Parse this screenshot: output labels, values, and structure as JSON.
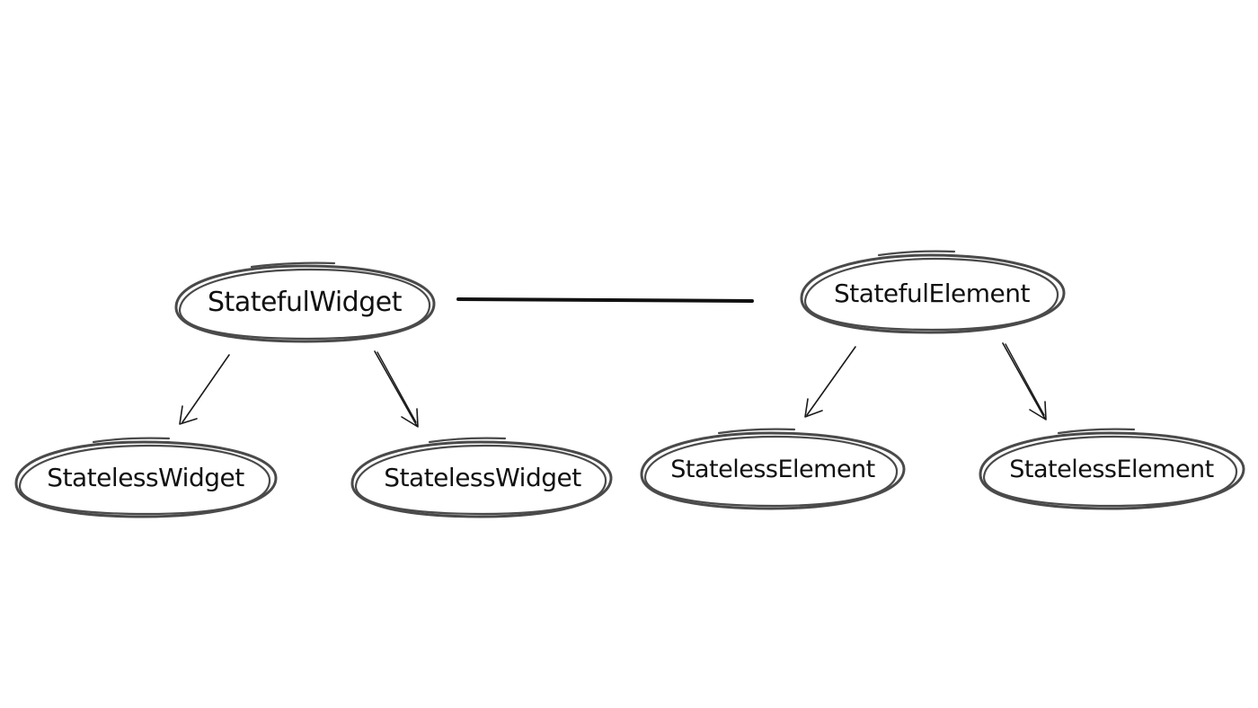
{
  "diagram": {
    "nodes": {
      "stateful_widget": "StatefulWidget",
      "stateless_widget_left": "StatelessWidget",
      "stateless_widget_right": "StatelessWidget",
      "stateful_element": "StatefulElement",
      "stateless_element_left": "StatelessElement",
      "stateless_element_right": "StatelessElement"
    },
    "colors": {
      "ellipse_stroke": "#4a4a4a",
      "text": "#111111",
      "line": "#111111",
      "background": "#ffffff"
    }
  }
}
